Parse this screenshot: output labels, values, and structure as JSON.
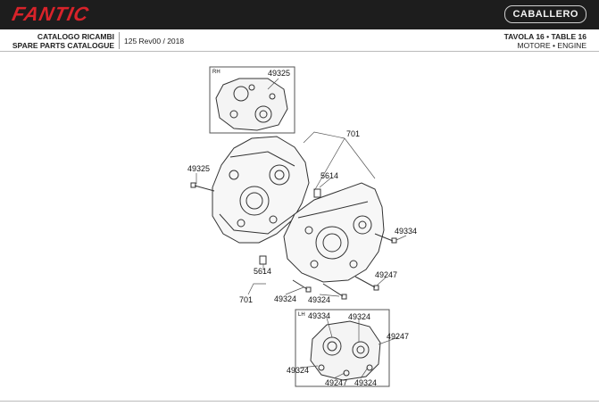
{
  "header": {
    "brand": "FANTIC",
    "model": "CABALLERO",
    "catalog_it": "CATALOGO RICAMBI",
    "catalog_en": "SPARE PARTS CATALOGUE",
    "revision": "125 Rev00 / 2018",
    "table": "TAVOLA 16 • TABLE 16",
    "section": "MOTORE • ENGINE"
  },
  "diagram": {
    "inset_rh_tag": "RH",
    "inset_lh_tag": "LH",
    "labels": [
      "49325",
      "701",
      "49325",
      "5614",
      "49334",
      "49247",
      "5614",
      "701",
      "49324",
      "49324",
      "49334",
      "49324",
      "49247",
      "49324",
      "49247",
      "49324"
    ]
  }
}
